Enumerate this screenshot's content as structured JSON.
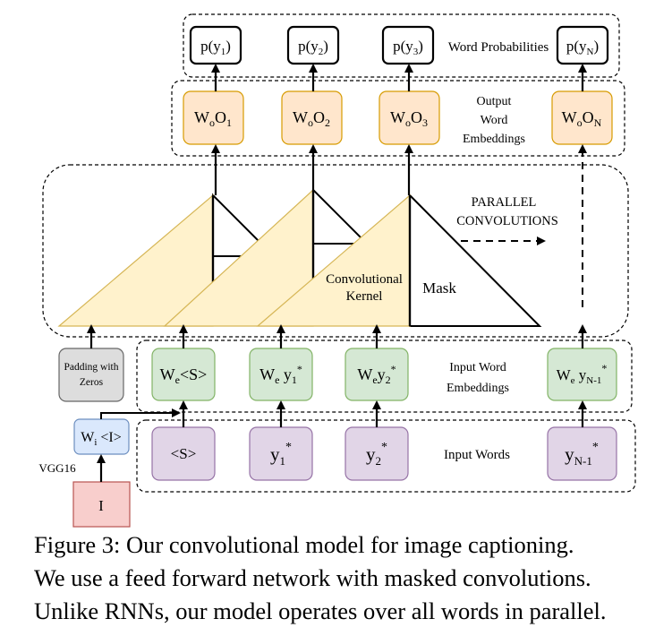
{
  "probabilities": [
    "p(y",
    "p(y",
    "p(y",
    "p(y"
  ],
  "probability_subs": [
    "1",
    "2",
    "3",
    "N"
  ],
  "probabilities_label": "Word Probabilities",
  "output_embeddings": [
    {
      "main": "W",
      "sub": "o",
      "mid": "O",
      "sub2": "1"
    },
    {
      "main": "W",
      "sub": "o",
      "mid": "O",
      "sub2": "2"
    },
    {
      "main": "W",
      "sub": "o",
      "mid": "O",
      "sub2": "3"
    },
    {
      "main": "W",
      "sub": "o",
      "mid": "O",
      "sub2": "N"
    }
  ],
  "output_label": [
    "Output",
    "Word",
    "Embeddings"
  ],
  "parallel_label": [
    "PARALLEL",
    "CONVOLUTIONS"
  ],
  "kernel_label": [
    "Convolutional",
    "Kernel"
  ],
  "mask_label": "Mask",
  "padding_label": [
    "Padding with",
    "Zeros"
  ],
  "input_embeddings": [
    {
      "main": "W",
      "sub": "e",
      "rest": "<S>",
      "sup": ""
    },
    {
      "main": "W",
      "sub": "e",
      "rest": " y",
      "sub2": "1",
      "sup": "*"
    },
    {
      "main": "W",
      "sub": "e",
      "rest": "y",
      "sub2": "2",
      "sup": "*"
    },
    {
      "main": "W",
      "sub": "e",
      "rest": " y",
      "sub2": "N-1",
      "sup": "*"
    }
  ],
  "input_embeddings_label": [
    "Input Word",
    "Embeddings"
  ],
  "image_embedding": {
    "main": "W",
    "sub": "i",
    "rest": " <I>"
  },
  "vgg_label": "VGG16",
  "image_label": "I",
  "input_words": [
    {
      "main": "<S>",
      "sub": "",
      "sup": ""
    },
    {
      "main": "y",
      "sub": "1",
      "sup": "*"
    },
    {
      "main": "y",
      "sub": "2",
      "sup": "*"
    },
    {
      "main": "y",
      "sub": "N-1",
      "sup": "*"
    }
  ],
  "input_words_label": "Input Words",
  "caption": [
    "Figure 3:  Our convolutional model for image captioning.",
    "We use a feed forward network with masked convolutions.",
    "Unlike RNNs, our model operates over all words in parallel."
  ],
  "colors": {
    "output": "#ffe6cc",
    "output_stroke": "#d79b00",
    "embed": "#d5e8d4",
    "embed_stroke": "#82b366",
    "word": "#e1d5e7",
    "word_stroke": "#9673a6",
    "kernel": "#fff2cc",
    "kernel_stroke": "#d6b656",
    "image": "#f8cecc",
    "image_stroke": "#b85450",
    "wi": "#dae8fc",
    "wi_stroke": "#6c8ebf",
    "pad": "#dddddd",
    "pad_stroke": "#666666"
  }
}
